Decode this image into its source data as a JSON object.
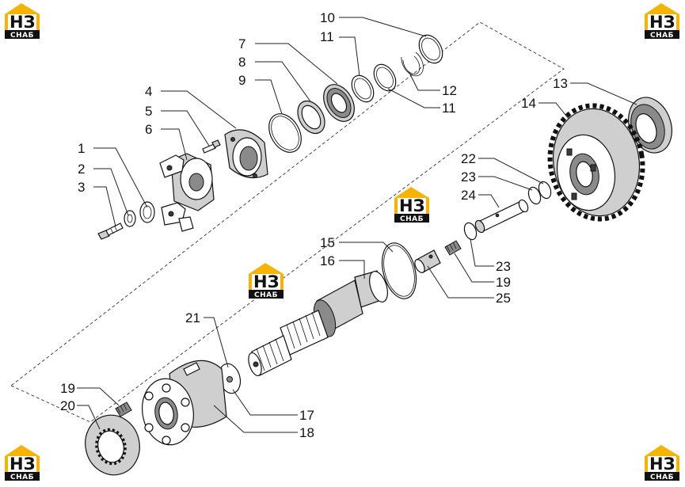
{
  "callouts": [
    "1",
    "2",
    "3",
    "4",
    "5",
    "6",
    "7",
    "8",
    "9",
    "10",
    "11",
    "11",
    "12",
    "13",
    "14",
    "15",
    "16",
    "17",
    "18",
    "19",
    "19",
    "20",
    "21",
    "22",
    "23",
    "23",
    "24",
    "25"
  ],
  "watermark": {
    "letters": "НЗ",
    "caption": "СНАБ",
    "accent_color": "#f5b400"
  },
  "colors": {
    "line": "#111111",
    "part_fill": "#ffffff",
    "shade": "#cfcfcf",
    "dark": "#3a3a3a"
  }
}
